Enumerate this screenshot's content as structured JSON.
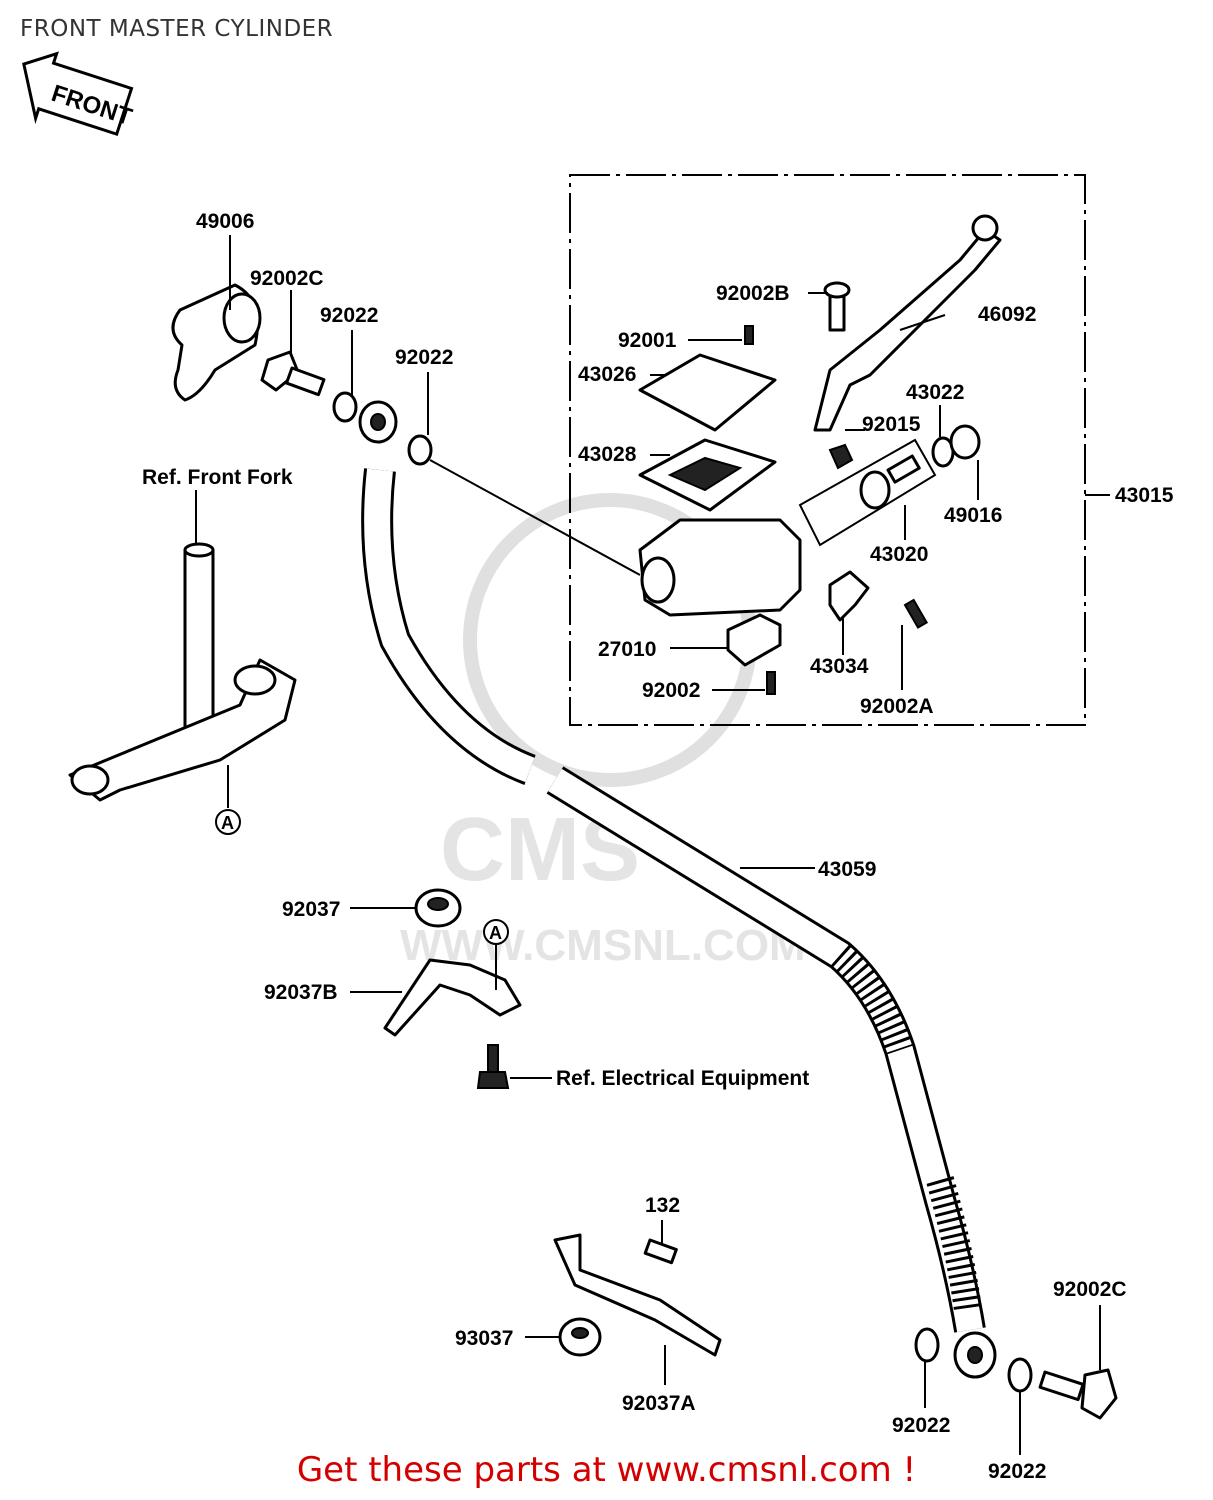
{
  "title": "FRONT MASTER CYLINDER",
  "arrow_label": "FRONT",
  "watermark": {
    "brand": "CMS",
    "url": "WWW.CMSNL.COM"
  },
  "footer": "Get these parts at www.cmsnl.com !",
  "callouts": {
    "p49006": "49006",
    "p92002c_a": "92002C",
    "p92022_a": "92022",
    "p92022_b": "92022",
    "ref_fork": "Ref. Front Fork",
    "p92002b": "92002B",
    "p46092": "46092",
    "p92001": "92001",
    "p43026": "43026",
    "p43022": "43022",
    "p92015": "92015",
    "p43028": "43028",
    "p43015": "43015",
    "p49016": "49016",
    "p43020": "43020",
    "p27010": "27010",
    "p43034": "43034",
    "p92002": "92002",
    "p92002a": "92002A",
    "p43059": "43059",
    "p92037": "92037",
    "p92037b": "92037B",
    "ref_elec": "Ref. Electrical Equipment",
    "p132": "132",
    "p92002c_b": "92002C",
    "p93037": "93037",
    "p92037a": "92037A",
    "p92022_c": "92022",
    "p92022_d": "92022",
    "marker_a": "A"
  }
}
